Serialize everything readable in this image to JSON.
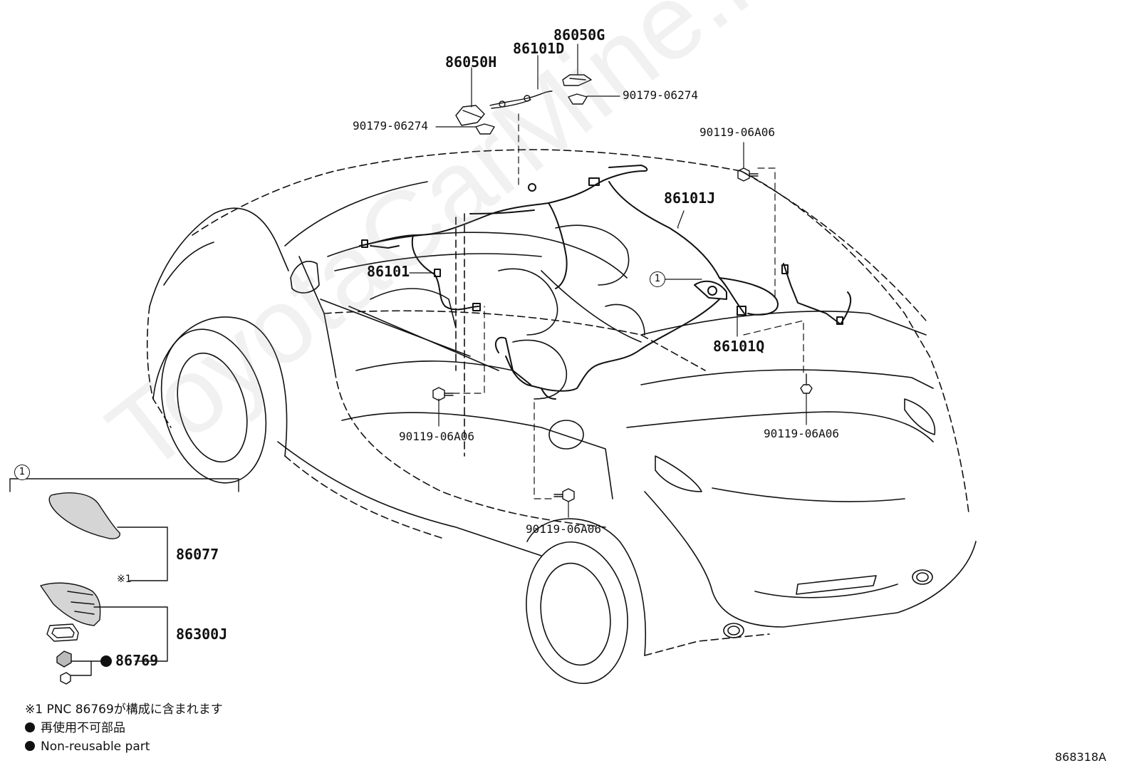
{
  "watermark": "ToyotaCarMine.ru",
  "callouts": {
    "p86050G": "86050G",
    "p86101D": "86101D",
    "p86050H": "86050H",
    "clip_right": "90179-06274",
    "clip_left": "90179-06274",
    "bolt_top": "90119-06A06",
    "p86101J": "86101J",
    "p86101": "86101",
    "ref_marker": "1",
    "p86101Q": "86101Q",
    "bolt_center": "90119-06A06",
    "bolt_right": "90119-06A06",
    "bolt_bottom": "90119-06A06"
  },
  "inset": {
    "marker": "1",
    "p86077": "86077",
    "p86077_note": "※1",
    "p86300J": "86300J",
    "p86769": "86769"
  },
  "legend": {
    "note1": "※1 PNC 86769が構成に含まれます",
    "line_jp": "再使用不可部品",
    "line_en": "Non-reusable part"
  },
  "figure_id": "868318A"
}
